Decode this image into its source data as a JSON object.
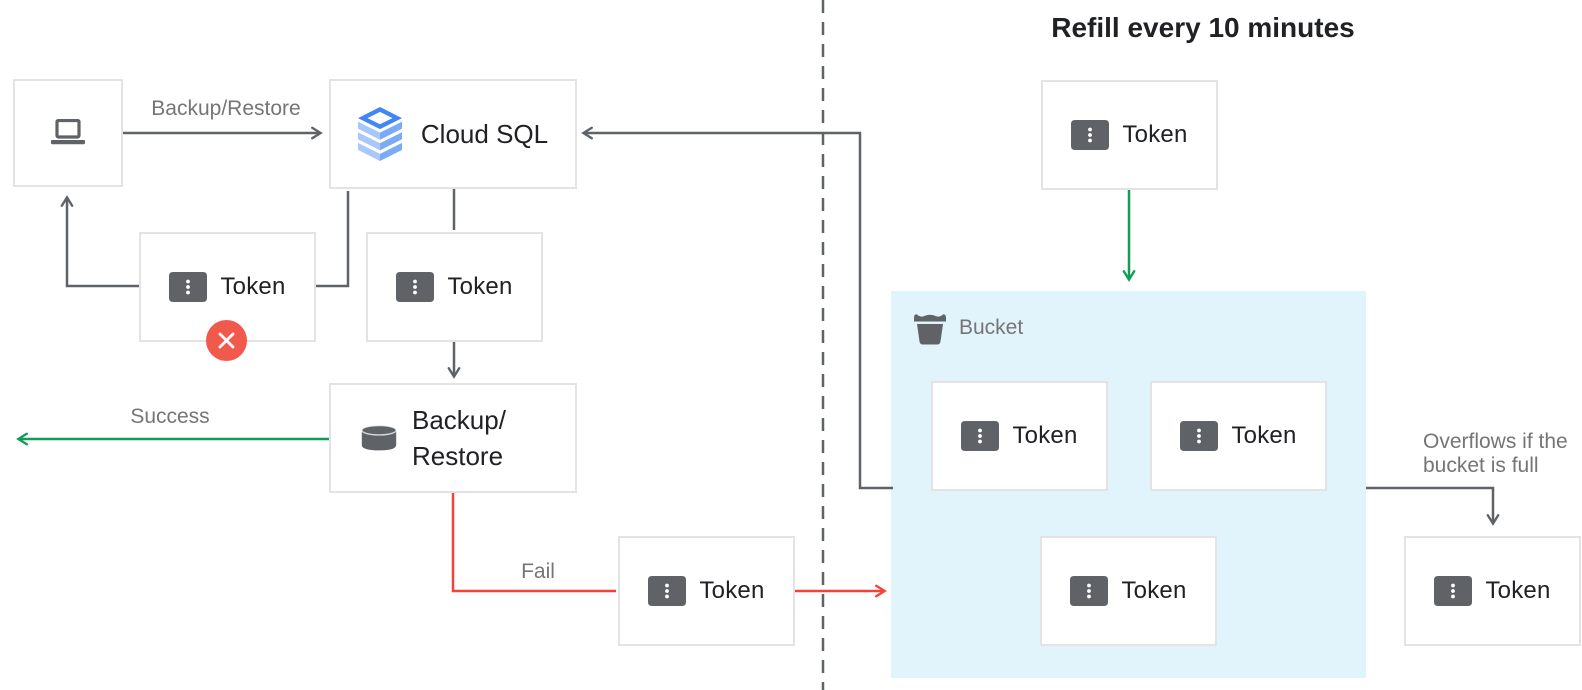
{
  "title": "Refill every 10 minutes",
  "nodes": {
    "client": {
      "icon": "laptop-icon"
    },
    "cloud_sql": {
      "label": "Cloud SQL",
      "icon": "cloud-sql-icon"
    },
    "backup_restore": {
      "line1": "Backup/",
      "line2": "Restore",
      "icon": "database-icon"
    },
    "bucket": {
      "label": "Bucket",
      "icon": "bucket-icon"
    }
  },
  "tokens": [
    {
      "id": "rejected-token",
      "label": "Token",
      "icon": "ticket-icon",
      "badge": "close-icon"
    },
    {
      "id": "request-token",
      "label": "Token",
      "icon": "ticket-icon"
    },
    {
      "id": "failed-token",
      "label": "Token",
      "icon": "ticket-icon"
    },
    {
      "id": "refill-token",
      "label": "Token",
      "icon": "ticket-icon"
    },
    {
      "id": "bucket-token-1",
      "label": "Token",
      "icon": "ticket-icon"
    },
    {
      "id": "bucket-token-2",
      "label": "Token",
      "icon": "ticket-icon"
    },
    {
      "id": "bucket-token-3",
      "label": "Token",
      "icon": "ticket-icon"
    },
    {
      "id": "overflow-token",
      "label": "Token",
      "icon": "ticket-icon"
    }
  ],
  "edge_labels": {
    "backup_restore": "Backup/Restore",
    "success": "Success",
    "fail": "Fail",
    "overflow_line1": "Overflows if the",
    "overflow_line2": "bucket is full"
  },
  "colors": {
    "connector": "#5f6368",
    "green": "#0f9d58",
    "red": "#f44336",
    "badge_red": "#f2594d",
    "bucket_bg": "#e1f3fb",
    "box_border": "#e3e3e3",
    "label_gray": "#757575",
    "text_dark": "#202124",
    "icon_gray": "#5f6368",
    "cloud_sql_blue": "#4285f4",
    "cloud_sql_blue_light": "#a8c7fa",
    "cloud_sql_blue_mid": "#7baaf7"
  }
}
